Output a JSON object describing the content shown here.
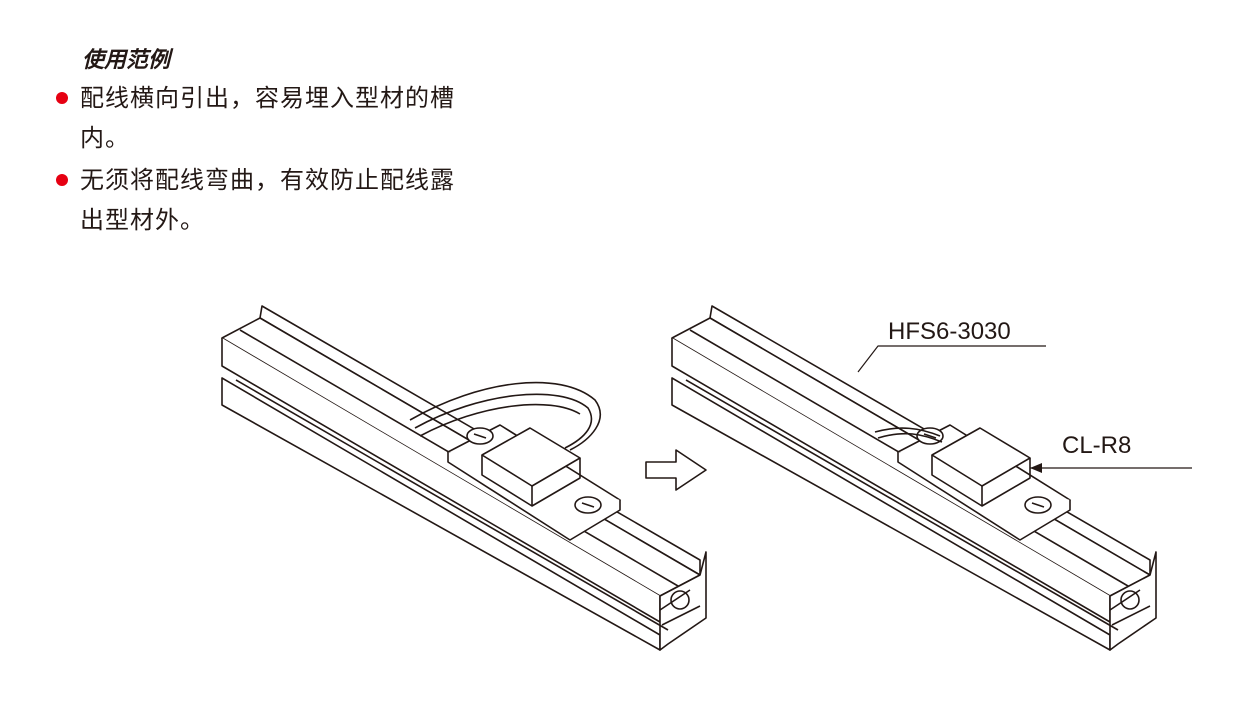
{
  "section_title": "使用范例",
  "bullets": [
    "配线横向引出，容易埋入型材的槽内。",
    "无须将配线弯曲，有效防止配线露出型材外。"
  ],
  "figure_labels": {
    "profile": "HFS6-3030",
    "clamp": "CL-R8"
  },
  "colors": {
    "bullet": "#e60012",
    "text": "#231815"
  }
}
